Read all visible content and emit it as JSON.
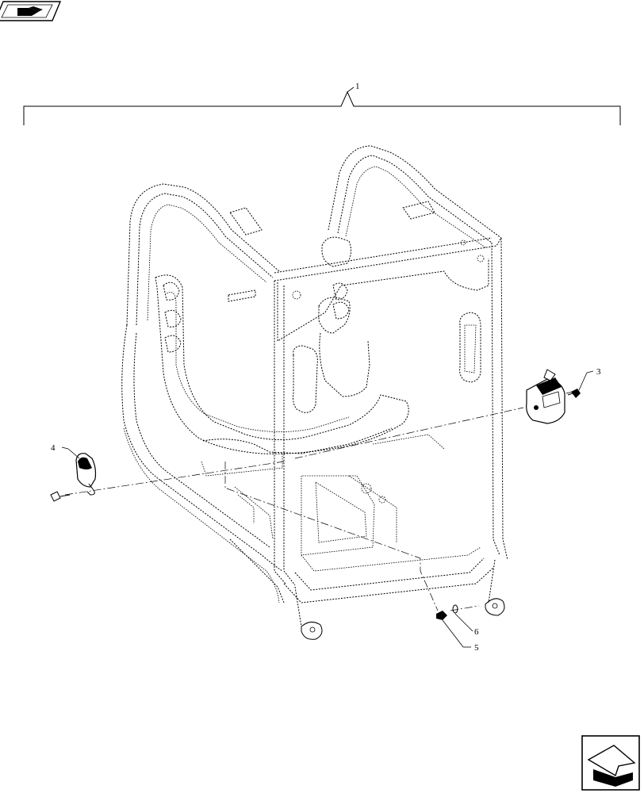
{
  "callouts": {
    "c1": "1",
    "c3": "3",
    "c4": "4",
    "c5": "5",
    "c6": "6"
  },
  "icons": {
    "top_left": "flip-book-icon",
    "bottom_right": "arrow-navigation-icon"
  },
  "colors": {
    "line": "#000000",
    "background": "#ffffff"
  }
}
